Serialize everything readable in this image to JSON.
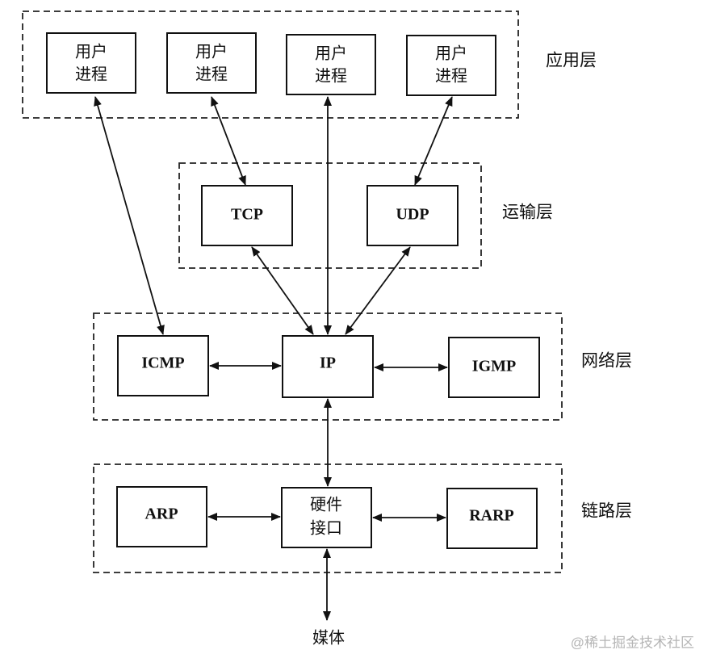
{
  "layers": {
    "application": "应用层",
    "transport": "运输层",
    "network": "网络层",
    "link": "链路层"
  },
  "nodes": {
    "user_process_1": [
      "用户",
      "进程"
    ],
    "user_process_2": [
      "用户",
      "进程"
    ],
    "user_process_3": [
      "用户",
      "进程"
    ],
    "user_process_4": [
      "用户",
      "进程"
    ],
    "tcp": "TCP",
    "udp": "UDP",
    "icmp": "ICMP",
    "ip": "IP",
    "igmp": "IGMP",
    "arp": "ARP",
    "hardware_interface": [
      "硬件",
      "接口"
    ],
    "rarp": "RARP",
    "media": "媒体"
  },
  "watermark": "@稀土掘金技术社区"
}
